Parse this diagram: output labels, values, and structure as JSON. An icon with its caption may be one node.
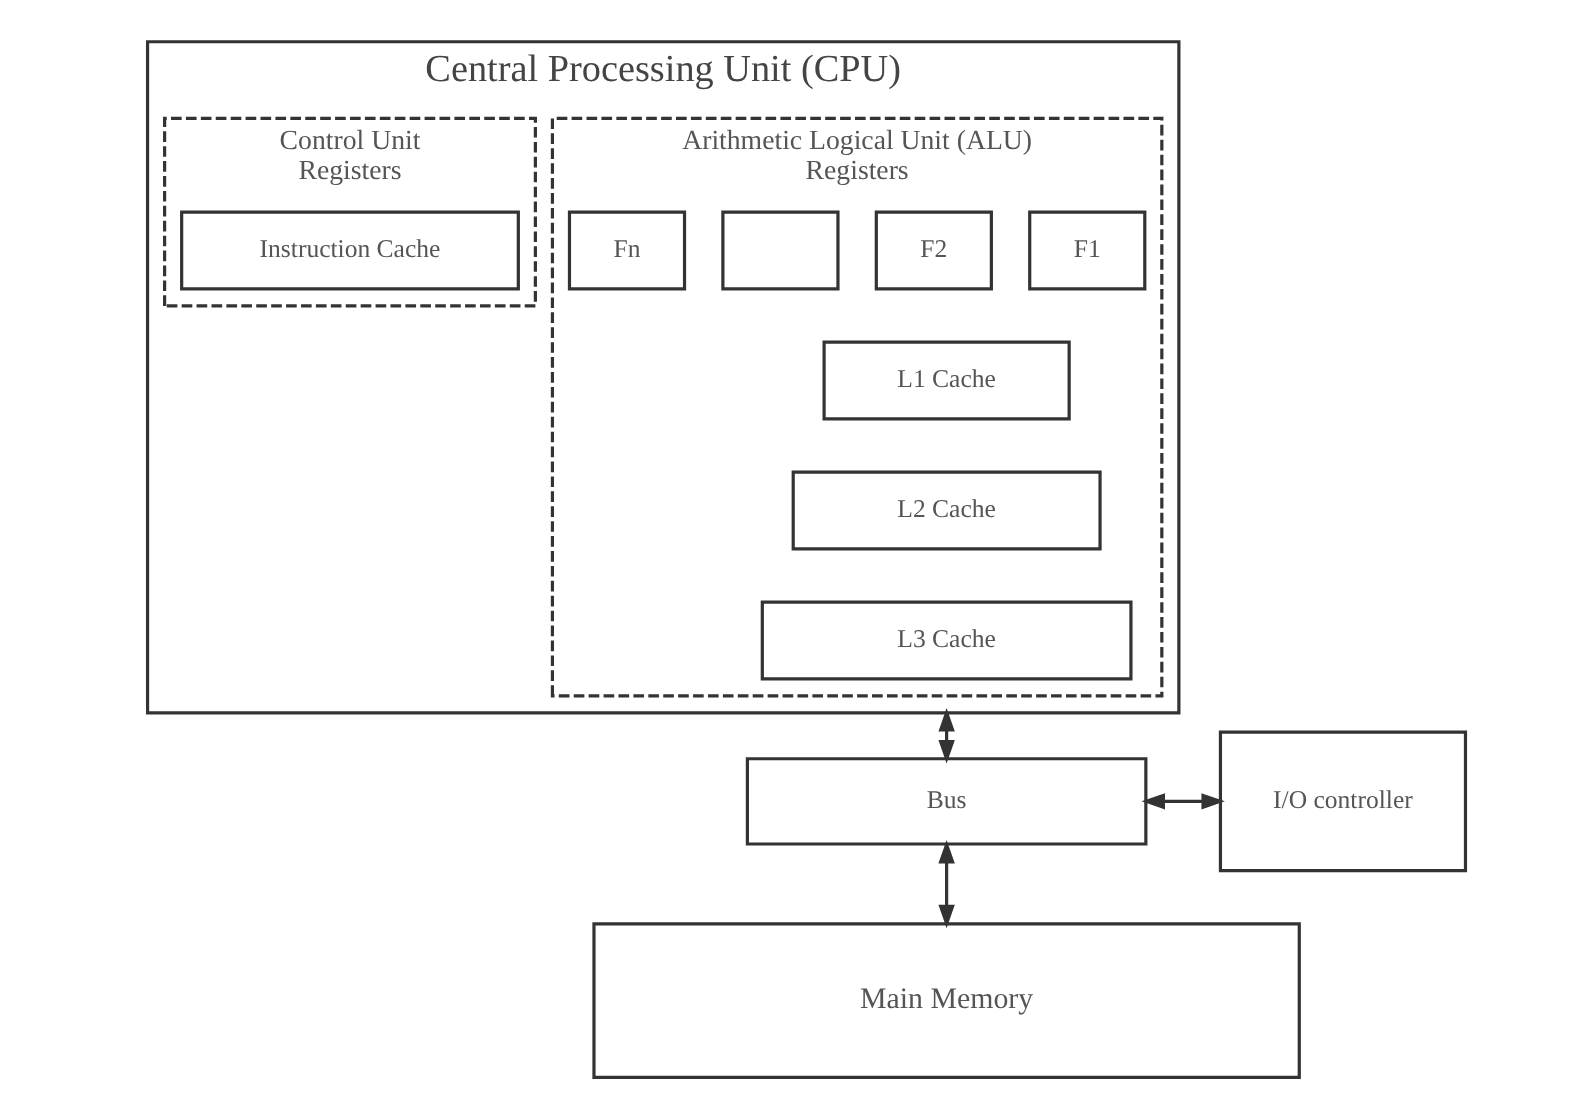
{
  "diagram": {
    "nodes": [
      {
        "text": [
          "Central Processing Unit (CPU)"
        ]
      },
      {
        "text": [
          "Arithmetic Logical Unit (ALU)",
          "Registers"
        ],
        "in": 0
      },
      {
        "text": [
          "F1"
        ],
        "in": 1
      },
      {
        "text": [
          "F2"
        ],
        "in": 1
      },
      {
        "text": [],
        "shape": "box",
        "in": 1
      },
      {
        "text": [
          "Fn"
        ],
        "in": 1
      },
      {
        "text": [
          "L1 Cache"
        ],
        "in": 1
      },
      {
        "text": [
          "L2 Cache"
        ],
        "in": 1
      },
      {
        "text": [
          "L3 Cache"
        ],
        "in": 1
      },
      {
        "text": [
          "Control Unit",
          "Registers"
        ],
        "in": 0
      },
      {
        "text": [
          "Instruction Cache"
        ],
        "in": 9
      },
      {
        "text": [
          "Bus"
        ]
      },
      {
        "text": [
          "I/O controller"
        ]
      },
      {
        "text": [
          "Main Memory"
        ]
      }
    ],
    "edges": [
      {
        "from": 0,
        "to": 11,
        "arrow": "both"
      },
      {
        "from": 11,
        "to": 12,
        "arrow": "both"
      },
      {
        "from": 11,
        "to": 13,
        "arrow": "both"
      }
    ]
  }
}
